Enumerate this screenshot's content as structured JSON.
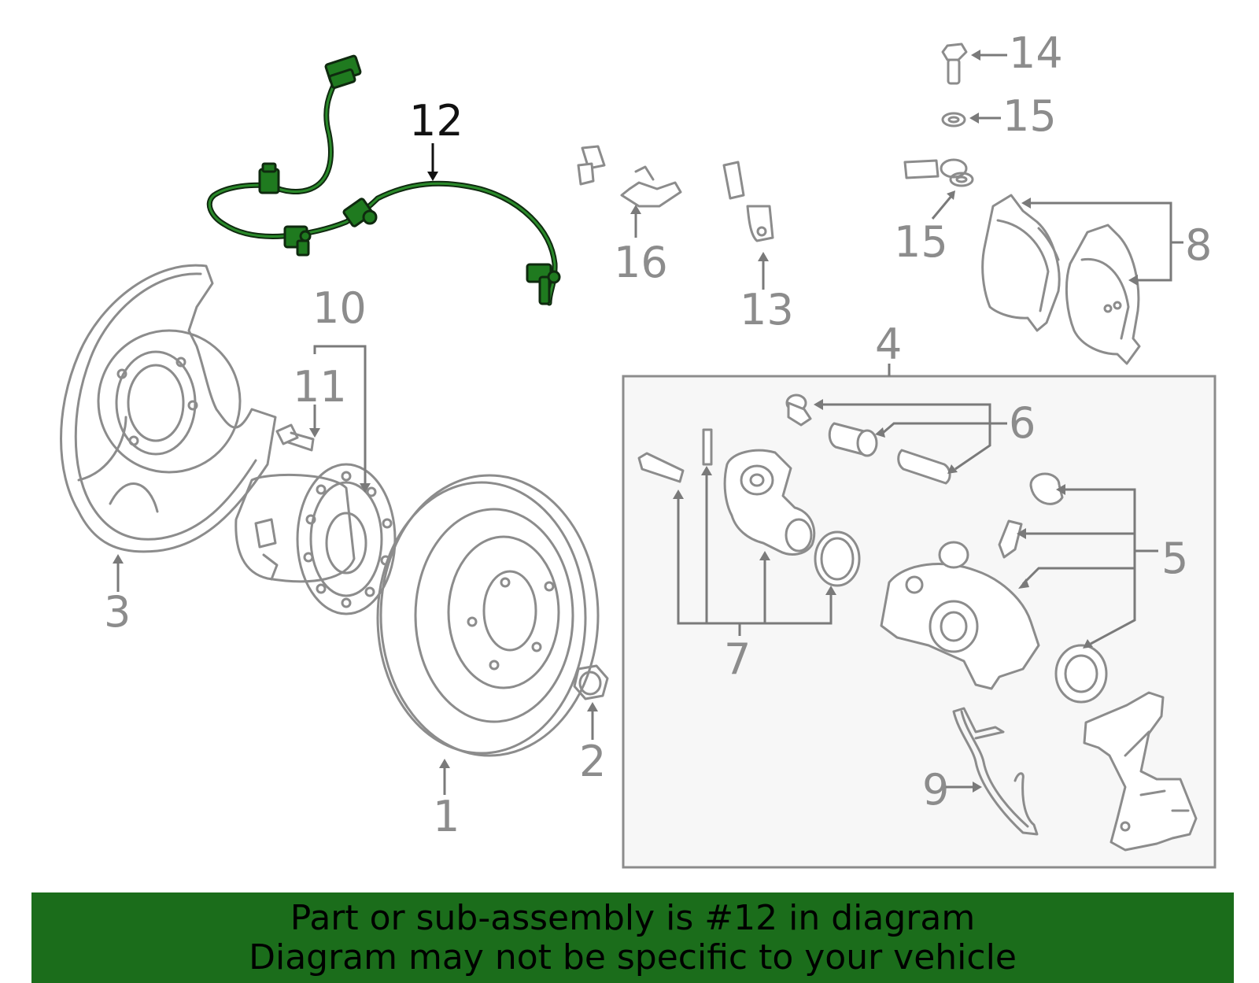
{
  "banner": {
    "line1": "Part or sub-assembly is #12 in diagram",
    "line2": "Diagram may not be specific to your vehicle",
    "color": "#1b6d1b"
  },
  "highlight": {
    "part": "12",
    "color": "#1f7a1f"
  },
  "callouts": {
    "c1": "1",
    "c2": "2",
    "c3": "3",
    "c4": "4",
    "c5": "5",
    "c6": "6",
    "c7": "7",
    "c8": "8",
    "c9": "9",
    "c10": "10",
    "c11": "11",
    "c12": "12",
    "c13": "13",
    "c14": "14",
    "c15a": "15",
    "c15b": "15",
    "c16": "16"
  }
}
